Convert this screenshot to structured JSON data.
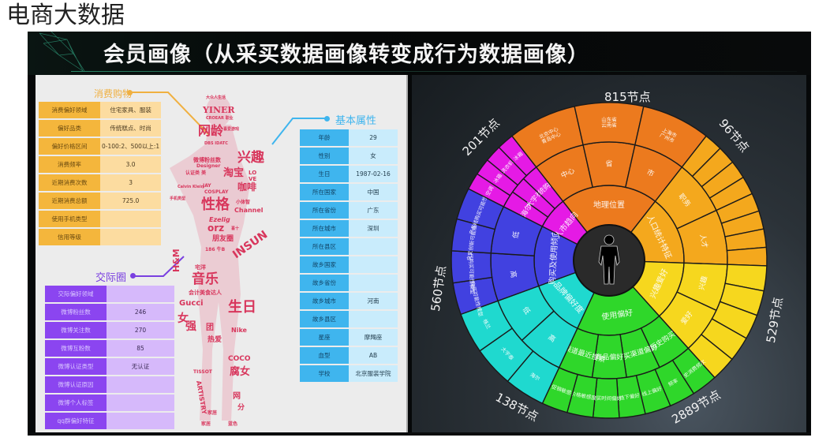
{
  "page": {
    "title": "电商大数据"
  },
  "slide": {
    "title": "会员画像（从采买数据画像转变成行为数据画像）"
  },
  "consumption": {
    "label": "消费购物",
    "accent_color": "#f4b63c",
    "rows": [
      {
        "key": "消费偏好领域",
        "value": "住宅家具、服装"
      },
      {
        "key": "偏好品类",
        "value": "传统糕点、时尚"
      },
      {
        "key": "偏好价格区间",
        "value": "0-100:2、500以上:1"
      },
      {
        "key": "消费频率",
        "value": "3.0"
      },
      {
        "key": "近期消费次数",
        "value": "3"
      },
      {
        "key": "近期消费总额",
        "value": "725.0"
      },
      {
        "key": "使用手机类型",
        "value": ""
      },
      {
        "key": "信用等级",
        "value": ""
      }
    ]
  },
  "social": {
    "label": "交际圈",
    "accent_color": "#8b45f0",
    "rows": [
      {
        "key": "交际偏好领域",
        "value": ""
      },
      {
        "key": "微博粉丝数",
        "value": "246"
      },
      {
        "key": "微博关注数",
        "value": "270"
      },
      {
        "key": "微博互粉数",
        "value": "85"
      },
      {
        "key": "微博认证类型",
        "value": "无认证"
      },
      {
        "key": "微博认证原因",
        "value": ""
      },
      {
        "key": "微博个人标签",
        "value": ""
      },
      {
        "key": "qq群偏好特征",
        "value": ""
      }
    ]
  },
  "basic": {
    "label": "基本属性",
    "accent_color": "#3fb5ee",
    "rows": [
      {
        "key": "年龄",
        "value": "29"
      },
      {
        "key": "性别",
        "value": "女"
      },
      {
        "key": "生日",
        "value": "1987-02-16"
      },
      {
        "key": "所在国家",
        "value": "中国"
      },
      {
        "key": "所在省份",
        "value": "广东"
      },
      {
        "key": "所在城市",
        "value": "深圳"
      },
      {
        "key": "所在县区",
        "value": ""
      },
      {
        "key": "故乡国家",
        "value": ""
      },
      {
        "key": "故乡省份",
        "value": ""
      },
      {
        "key": "故乡城市",
        "value": "河南"
      },
      {
        "key": "故乡县区",
        "value": ""
      },
      {
        "key": "星座",
        "value": "摩羯座"
      },
      {
        "key": "血型",
        "value": "AB"
      },
      {
        "key": "学校",
        "value": "北京服装学院"
      }
    ]
  },
  "word_cloud": {
    "words": [
      "大众人生活",
      "YINER",
      "网龄",
      "兴趣",
      "Designer",
      "淘宝",
      "LOVE",
      "COSPLAY",
      "性格",
      "咖啡",
      "Channel",
      "orz",
      "朋友圈",
      "INSUN",
      "H&M",
      "音乐",
      "美食达人",
      "Gucci",
      "生日",
      "女强",
      "Nike",
      "COCO",
      "腐女",
      "TISSOT",
      "ARTISTRY",
      "家居"
    ]
  },
  "sunburst": {
    "center_icon": "person-silhouette-icon",
    "node_counts": [
      {
        "label": "815节点"
      },
      {
        "label": "96节点"
      },
      {
        "label": "529节点"
      },
      {
        "label": "2889节点"
      },
      {
        "label": "138节点"
      },
      {
        "label": "560节点"
      },
      {
        "label": "201节点"
      }
    ],
    "segments": [
      {
        "name": "地理位置",
        "color": "#ec7a1e",
        "mid": [
          "中心",
          "省",
          "市"
        ],
        "outer": [
          "北京中心\n青岛中心",
          "山东省\n云南省",
          "上海市\n广州市"
        ]
      },
      {
        "name": "人口统计特征",
        "color": "#f4a81d",
        "mid": [
          "职务",
          "人才"
        ],
        "outer": [
          "",
          "",
          "",
          "",
          "",
          "",
          "",
          ""
        ]
      },
      {
        "name": "兴趣爱好",
        "color": "#f6d71e",
        "mid": [
          "兴趣",
          "爱好"
        ],
        "outer": [
          "",
          "",
          "",
          "",
          ""
        ]
      },
      {
        "name": "使用偏好",
        "color": "#2fd72a",
        "mid": [
          "历史购买",
          "购买渠道偏好",
          "商品偏好",
          "多渠道最近搜索"
        ],
        "outer": [
          "历史消费频次",
          "频率",
          "线上偏好",
          "线下偏好",
          "购买时间偏好",
          "价格敏感度",
          "促销敏感"
        ]
      },
      {
        "name": "品牌偏好度",
        "color": "#1fd9cf",
        "mid": [
          "高",
          "低"
        ],
        "outer": [
          "海尔",
          "大宇泰",
          "格兰"
        ]
      },
      {
        "name": "购买及使用倾向",
        "color": "#4141e0",
        "mid": [
          "高",
          "低"
        ],
        "outer": [
          "返复购买可能性模型",
          "更新换代购买可能性模型",
          "交叉创新可能性模型",
          "产品线购买可能性模型"
        ]
      },
      {
        "name": "人市趋向",
        "color": "#e51ae5",
        "mid": [
          "海尔",
          "大宇泰",
          "统购"
        ],
        "outer": [
          "空调",
          "冰箱",
          "洗衣机",
          "冰箱"
        ]
      }
    ]
  },
  "chart_data": {
    "type": "sunburst",
    "title": "会员画像（从采买数据画像转变成行为数据画像）",
    "center": "会员",
    "categories": [
      "地理位置",
      "人口统计特征",
      "兴趣爱好",
      "使用偏好",
      "品牌偏好度",
      "购买及使用倾向",
      "人市趋向"
    ],
    "values": [
      815,
      96,
      529,
      2889,
      138,
      560,
      201
    ],
    "value_unit": "节点",
    "colors": [
      "#ec7a1e",
      "#f4a81d",
      "#f6d71e",
      "#2fd72a",
      "#1fd9cf",
      "#4141e0",
      "#e51ae5"
    ]
  }
}
